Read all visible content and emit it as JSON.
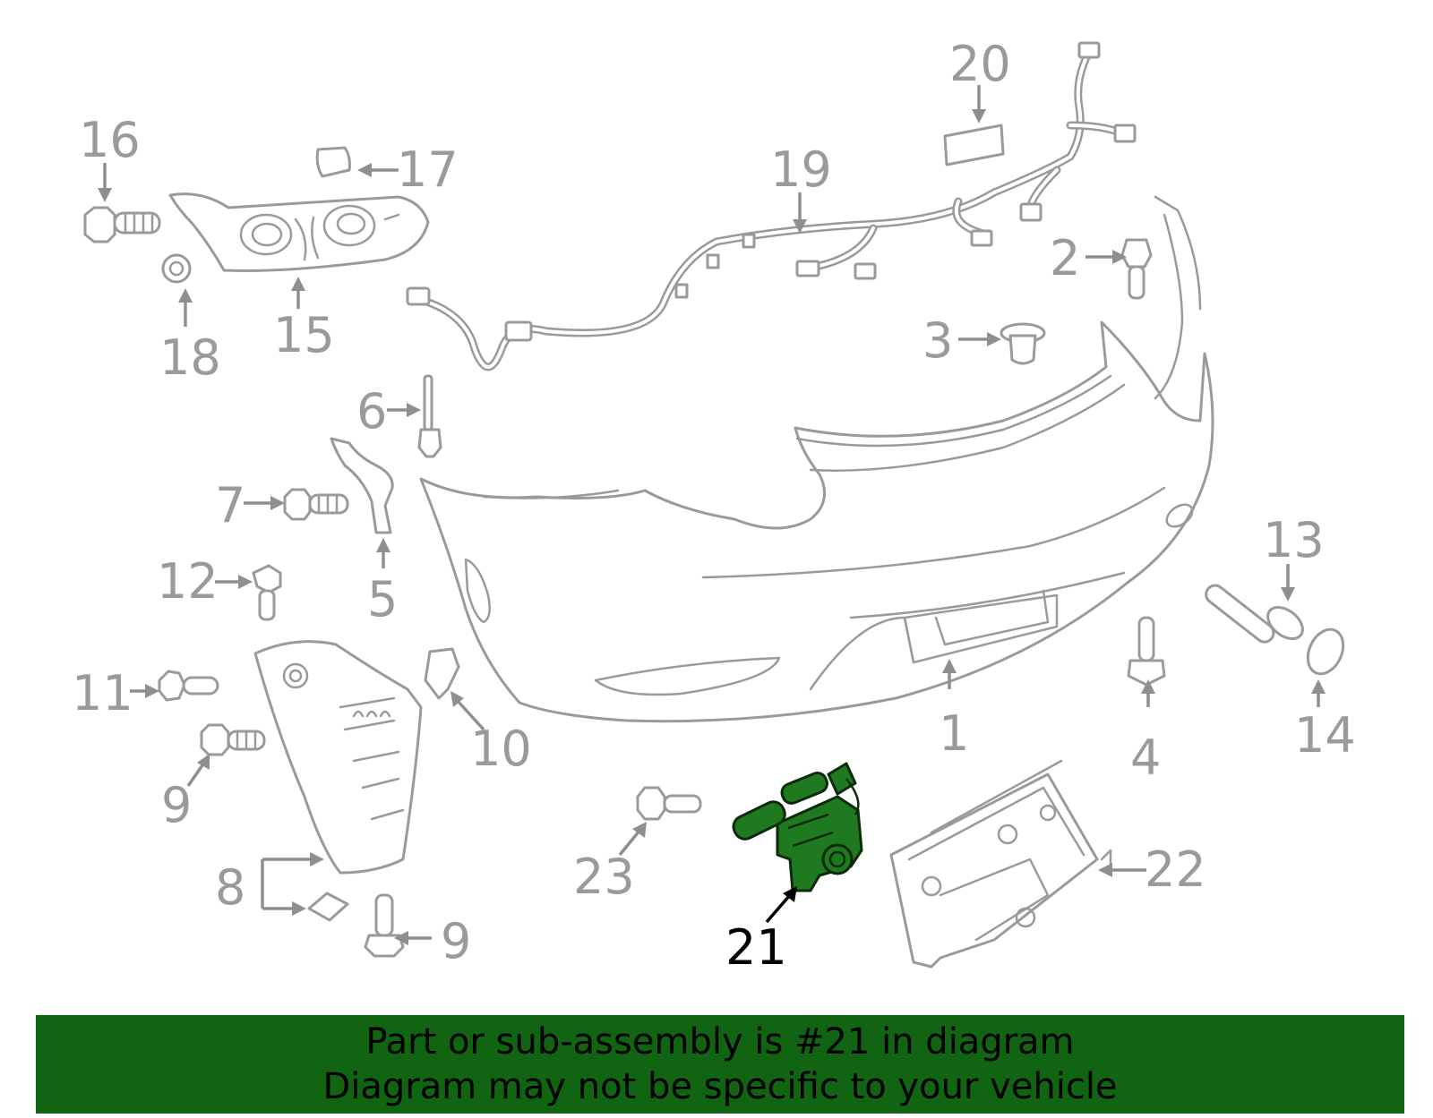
{
  "diagram": {
    "callouts": [
      {
        "number": "1",
        "highlighted": false
      },
      {
        "number": "2",
        "highlighted": false
      },
      {
        "number": "3",
        "highlighted": false
      },
      {
        "number": "4",
        "highlighted": false
      },
      {
        "number": "5",
        "highlighted": false
      },
      {
        "number": "6",
        "highlighted": false
      },
      {
        "number": "7",
        "highlighted": false
      },
      {
        "number": "8",
        "highlighted": false
      },
      {
        "number": "9",
        "highlighted": false
      },
      {
        "number": "10",
        "highlighted": false
      },
      {
        "number": "11",
        "highlighted": false
      },
      {
        "number": "12",
        "highlighted": false
      },
      {
        "number": "13",
        "highlighted": false
      },
      {
        "number": "14",
        "highlighted": false
      },
      {
        "number": "15",
        "highlighted": false
      },
      {
        "number": "16",
        "highlighted": false
      },
      {
        "number": "17",
        "highlighted": false
      },
      {
        "number": "18",
        "highlighted": false
      },
      {
        "number": "19",
        "highlighted": false
      },
      {
        "number": "20",
        "highlighted": false
      },
      {
        "number": "21",
        "highlighted": true
      },
      {
        "number": "22",
        "highlighted": false
      },
      {
        "number": "23",
        "highlighted": false
      }
    ],
    "colors": {
      "line_art": "#9a9a9a",
      "highlight_fill": "#1f7a1f",
      "highlight_label": "#000000",
      "banner_background": "#116411"
    }
  },
  "banner": {
    "line1": "Part or sub-assembly is #21 in diagram",
    "line2": "Diagram may not be specific to your vehicle"
  }
}
